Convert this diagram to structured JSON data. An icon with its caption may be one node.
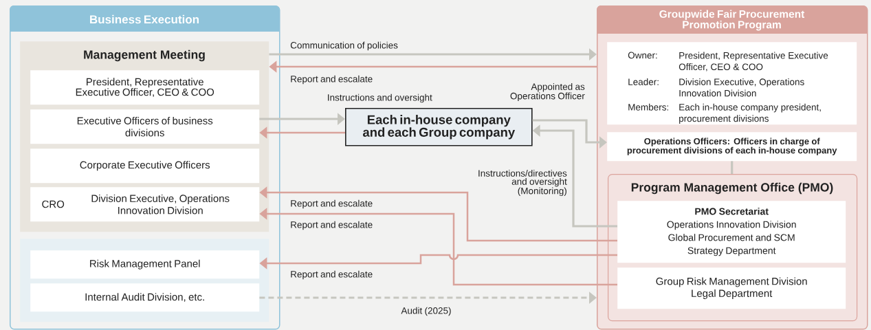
{
  "diagram": {
    "nodes": [
      {
        "text": [
          "Business Execution"
        ]
      },
      {
        "text": [
          "Management Meeting"
        ],
        "in": 0
      },
      {
        "text": [
          "President, Representative Executive Officer, CEO & COO"
        ],
        "in": 1
      },
      {
        "text": [
          "Executive Officers of business divisions"
        ],
        "in": 1
      },
      {
        "text": [
          "Corporate Executive Officers"
        ],
        "in": 1
      },
      {
        "text": [
          "CRO",
          "Division Executive, Operations Innovation Division"
        ],
        "in": 1
      },
      {
        "text": [],
        "shape": "box",
        "in": 0
      },
      {
        "text": [
          "Risk Management Panel"
        ],
        "in": 6
      },
      {
        "text": [
          "Internal Audit Division, etc."
        ],
        "in": 6
      },
      {
        "text": [
          "Each in-house company and each Group company"
        ]
      },
      {
        "text": [
          "Groupwide Fair Procurement Promotion Program"
        ]
      },
      {
        "text": [
          "Owner:",
          "President, Representative Executive Officer, CEO & COO",
          "Leader:",
          "Division Executive, Operations Innovation Division",
          "Members:",
          "Each in-house company president, procurement divisions"
        ],
        "in": 10
      },
      {
        "text": [
          "Operations Officers: Officers in charge of procurement divisions of each in-house company"
        ],
        "in": 10
      },
      {
        "text": [
          "Program Management Office (PMO)"
        ],
        "in": 10
      },
      {
        "text": [
          "PMO Secretariat",
          "Operations Innovation Division Global Procurement and SCM Strategy Department"
        ],
        "in": 13
      },
      {
        "text": [
          "Group Risk Management Division Legal Department"
        ],
        "in": 13
      }
    ],
    "edges": [
      {
        "from": 1,
        "to": 10,
        "arrow": "to",
        "label": "Communication of policies"
      },
      {
        "from": 10,
        "to": 1,
        "arrow": "to",
        "label": "Report and escalate",
        "color": "#d9a39c"
      },
      {
        "from": 3,
        "to": 9,
        "arrow": "to",
        "label": "Instructions and oversight"
      },
      {
        "from": 9,
        "to": 3,
        "arrow": "to",
        "color": "#d9a39c"
      },
      {
        "from": 9,
        "to": 12,
        "arrow": "to",
        "label": "Appointed as Operations Officer"
      },
      {
        "from": 14,
        "to": 9,
        "arrow": "to",
        "label": "Instructions/directives and oversight (Monitoring)"
      },
      {
        "from": 14,
        "to": 5,
        "arrow": "to",
        "label": "Report and escalate",
        "color": "#d9a39c"
      },
      {
        "from": 15,
        "to": 5,
        "arrow": "to",
        "label": "Report and escalate",
        "color": "#d9a39c"
      },
      {
        "from": 14,
        "to": 7,
        "arrow": "to",
        "label": "Report and escalate",
        "color": "#d9a39c"
      },
      {
        "from": 8,
        "to": 10,
        "arrow": "to",
        "label": "Audit (2025)",
        "style": "dashed"
      },
      {
        "from": 12,
        "to": 13,
        "arrow": "none"
      }
    ]
  }
}
